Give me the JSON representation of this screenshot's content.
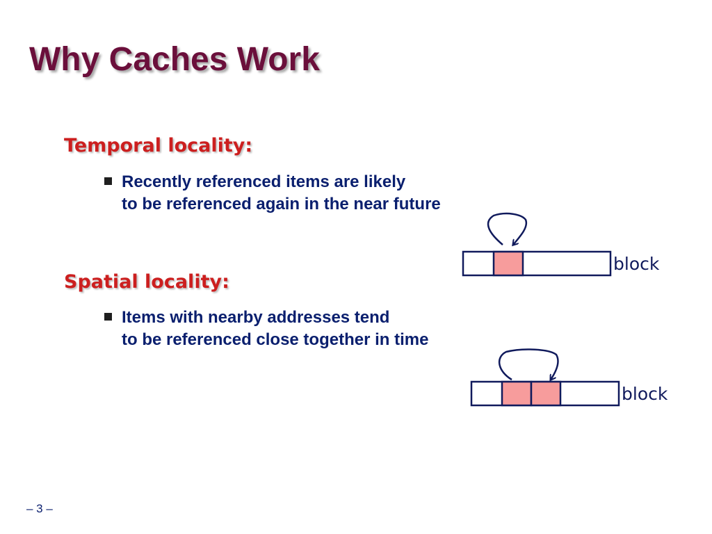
{
  "slide": {
    "title": "Why Caches Work",
    "page_number": "– 3 –"
  },
  "temporal": {
    "heading": "Temporal locality:",
    "bullet_line1": "Recently referenced items are likely",
    "bullet_line2": "to be referenced again in the near future",
    "diagram_label": "block"
  },
  "spatial": {
    "heading": "Spatial locality:",
    "bullet_line1": "Items with nearby addresses tend",
    "bullet_line2": "to be referenced close together in time",
    "diagram_label": "block"
  },
  "colors": {
    "title": "#6b0f3b",
    "heading": "#cc1f1f",
    "body_text": "#0a1f6e",
    "highlight_cell": "#f79c9c",
    "outline": "#101a5c"
  }
}
